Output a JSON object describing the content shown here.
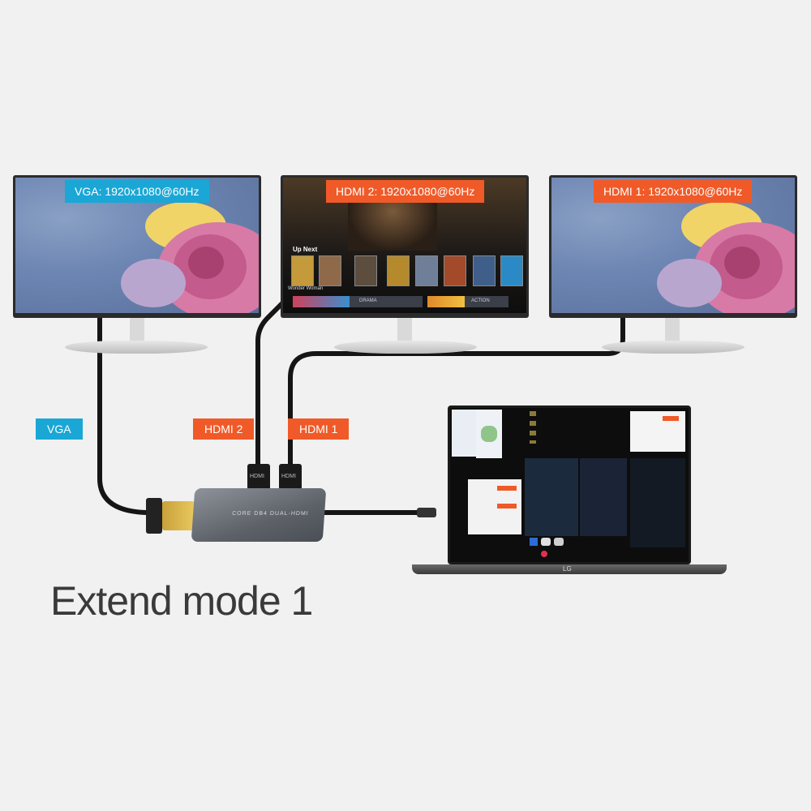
{
  "monitors": {
    "left_label": "VGA: 1920x1080@60Hz",
    "center_label": "HDMI 2: 1920x1080@60Hz",
    "right_label": "HDMI 1: 1920x1080@60Hz"
  },
  "center_screen": {
    "up_next": "Up Next",
    "caption": "Wonder Woman",
    "row_label_1": "DRAMA",
    "row_label_2": "ACTION"
  },
  "cables": {
    "vga": "VGA",
    "hdmi2": "HDMI 2",
    "hdmi1": "HDMI 1",
    "plug_hdmi": "HDMI"
  },
  "hub": {
    "brand_text": "CORE DB4 DUAL-HDMI"
  },
  "laptop": {
    "brand": "LG"
  },
  "caption": "Extend mode 1",
  "colors": {
    "vga_accent": "#1aa7d6",
    "hdmi_accent": "#f05a28"
  }
}
